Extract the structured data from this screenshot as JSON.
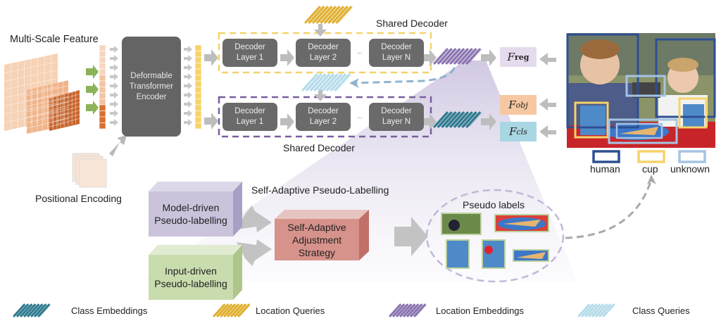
{
  "title": "Self-Adaptive Pseudo-Labelling Open-World Detection Architecture",
  "labels": {
    "multi_scale_feature": "Multi-Scale Feature",
    "positional_encoding": "Positional Encoding",
    "encoder_line1": "Deformable",
    "encoder_line2": "Transformer",
    "encoder_line3": "Encoder",
    "shared_decoder_top": "Shared Decoder",
    "shared_decoder_bottom": "Shared Decoder",
    "ellipsis": "...",
    "self_adaptive_title": "Self-Adaptive Pseudo-Labelling",
    "pseudo_labels": "Pseudo labels"
  },
  "decoder_top": [
    {
      "line1": "Decoder",
      "line2": "Layer 1"
    },
    {
      "line1": "Decoder",
      "line2": "Layer 2"
    },
    {
      "line1": "Decoder",
      "line2": "Layer N"
    }
  ],
  "decoder_bottom": [
    {
      "line1": "Decoder",
      "line2": "Layer 1"
    },
    {
      "line1": "Decoder",
      "line2": "Layer 2"
    },
    {
      "line1": "Decoder",
      "line2": "Layer N"
    }
  ],
  "heads": {
    "reg": {
      "main": "F",
      "sub": "reg",
      "color": "#e4dcec"
    },
    "obj": {
      "main": "F",
      "sub": "obj",
      "color": "#f6c8a2"
    },
    "cls": {
      "main": "F",
      "sub": "cls",
      "color": "#a9d6e3"
    }
  },
  "pseudo_modules": {
    "model_line1": "Model-driven",
    "model_line2": "Pseudo-labelling",
    "input_line1": "Input-driven",
    "input_line2": "Pseudo-labelling",
    "strategy_line1": "Self-Adaptive",
    "strategy_line2": "Adjustment Strategy"
  },
  "box_legend": [
    {
      "label": "human",
      "color": "#2f4f93"
    },
    {
      "label": "cup",
      "color": "#f5d36a"
    },
    {
      "label": "unknown",
      "color": "#a6c4e4"
    }
  ],
  "legend": [
    {
      "label": "Class Embeddings",
      "color": "#2e7a8e"
    },
    {
      "label": "Location Queries",
      "color": "#e0b030"
    },
    {
      "label": "Location Embeddings",
      "color": "#8a74b0"
    },
    {
      "label": "Class Queries",
      "color": "#b6dcea"
    }
  ]
}
